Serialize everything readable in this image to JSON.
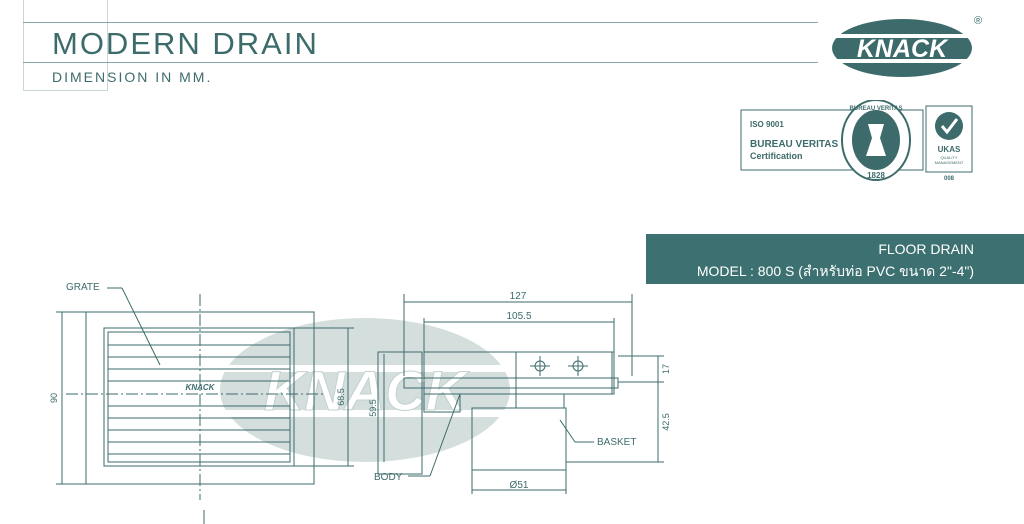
{
  "header": {
    "title": "MODERN DRAIN",
    "subtitle": "DIMENSION IN MM."
  },
  "brand": {
    "logo_text": "KNACK",
    "registered_mark": "®"
  },
  "certification": {
    "iso": "ISO 9001",
    "company": "BUREAU VERITAS",
    "label": "Certification",
    "seal_text": "BUREAU VERITAS",
    "seal_year": "1828",
    "ukas": "UKAS",
    "ukas_sub1": "QUALITY",
    "ukas_sub2": "MANAGEMENT",
    "ukas_code": "008"
  },
  "product": {
    "name": "FLOOR DRAIN",
    "model": "MODEL : 800 S (สำหรับท่อ PVC ขนาด 2\"-4\")"
  },
  "drawing": {
    "labels": {
      "grate": "GRATE",
      "body": "BODY",
      "basket": "BASKET",
      "grate_logo": "KNACK",
      "watermark": "KNACK"
    },
    "dimensions": {
      "width_total": "127",
      "width_inner": "105.5",
      "height_grate": "90",
      "height_inner": "68.5",
      "height_body": "59.5",
      "flange": "17",
      "depth": "42.5",
      "diameter": "Ø51"
    }
  },
  "colors": {
    "primary": "#3d6b6b",
    "banner": "#3d7070",
    "watermark": "#d3dedd"
  }
}
